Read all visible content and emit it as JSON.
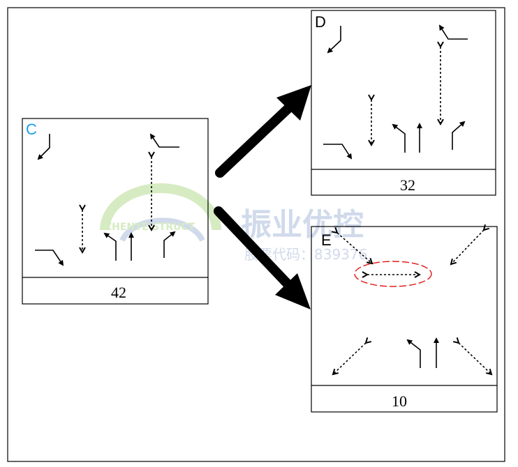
{
  "panels": {
    "c": {
      "label": "C",
      "value": "42",
      "label_color": "#1aa0e6"
    },
    "d": {
      "label": "D",
      "value": "32"
    },
    "e": {
      "label": "E",
      "value": "10"
    }
  },
  "watermark": {
    "title": "振业优控",
    "subtitle": "股票代码：839376",
    "logo_text": "ZHENYE STRUCT"
  },
  "colors": {
    "stroke": "#000000",
    "highlight": "#e0201c",
    "watermark": "#c8d4e8",
    "watermark_logo": "#cfe8b8"
  }
}
